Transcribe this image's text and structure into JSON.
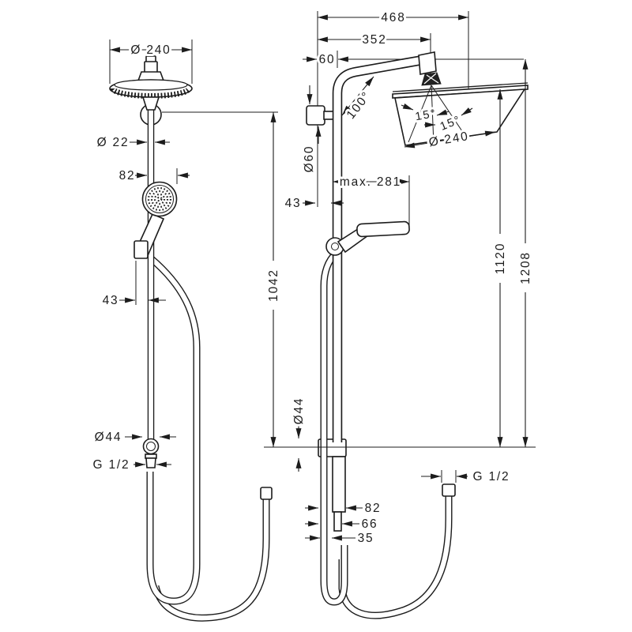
{
  "drawing": {
    "title": "shower-system-dimension-drawing",
    "colors": {
      "line": "#1c1c1c",
      "background": "#ffffff"
    },
    "front_view": {
      "labels": {
        "head_diameter": "Ø 240",
        "pipe_diameter": "Ø 22",
        "handshower_offset": "82",
        "holder_offset": "43",
        "supply_diameter": "Ø44",
        "thread": "G 1/2",
        "bar_height": "1042"
      }
    },
    "side_view": {
      "labels": {
        "total_width": "468",
        "center_width": "352",
        "wall_offset": "60",
        "arm_angle": "100°",
        "tilt_left": "15°",
        "tilt_right": "15°",
        "head_diameter": "Ø 240",
        "escutcheon_diameter": "Ø60",
        "max_reach": "max. 281",
        "wall_gap": "43",
        "head_height": "1120",
        "total_height": "1208",
        "supply_diameter": "Ø44",
        "thread": "G 1/2",
        "width_82": "82",
        "width_66": "66",
        "width_35": "35"
      }
    }
  }
}
